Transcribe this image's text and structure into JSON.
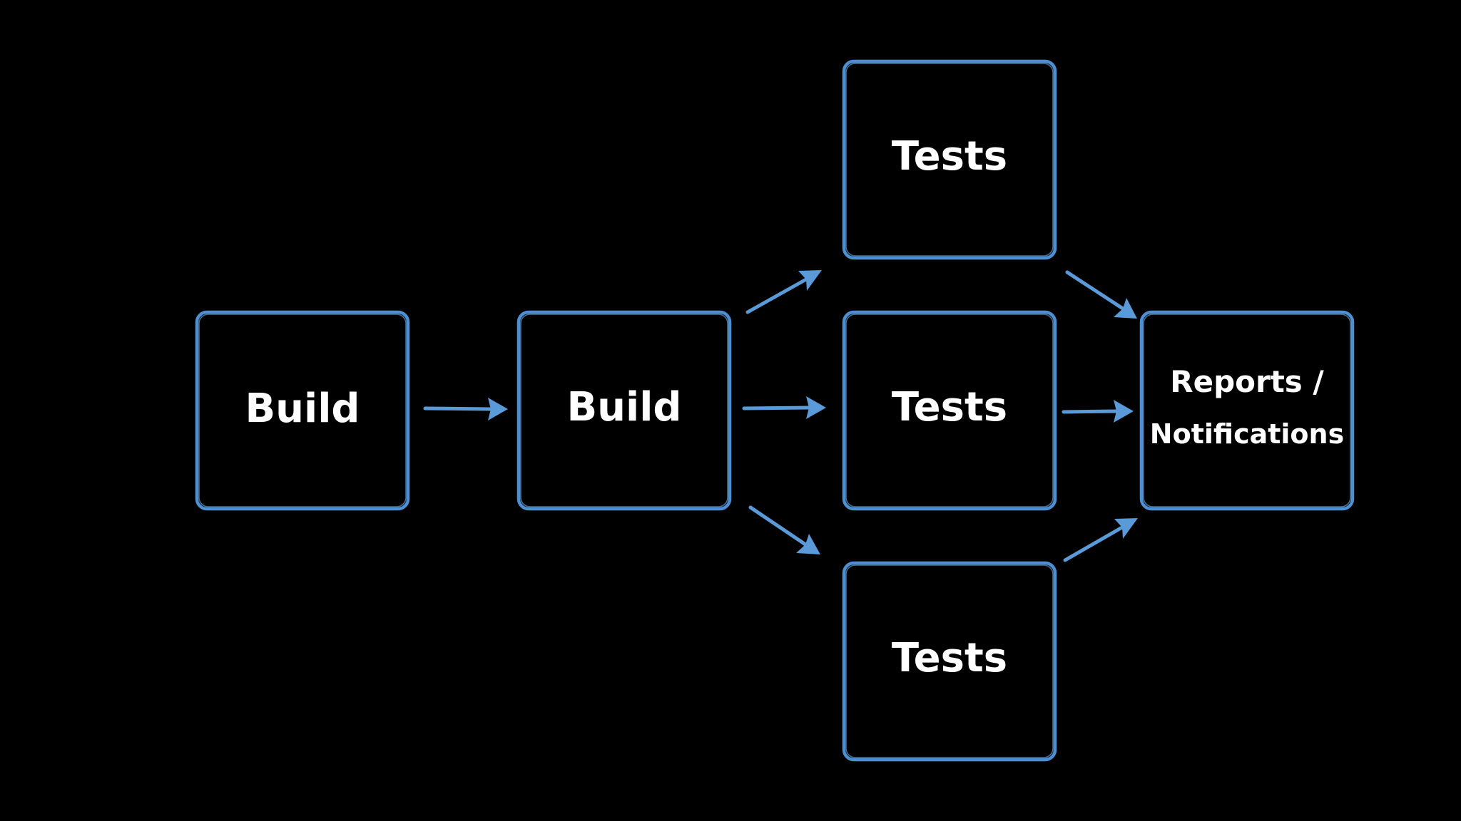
{
  "diagram": {
    "colors": {
      "background": "#000000",
      "box_stroke": "#4d8fd1",
      "arrow": "#5b9ad8",
      "text": "#ffffff"
    },
    "nodes": {
      "build_1": {
        "label": "Build"
      },
      "build_2": {
        "label": "Build"
      },
      "tests_top": {
        "label": "Tests"
      },
      "tests_middle": {
        "label": "Tests"
      },
      "tests_bottom": {
        "label": "Tests"
      },
      "reports": {
        "label_line1": "Reports /",
        "label_line2": "Notifications"
      }
    },
    "edges": [
      {
        "from": "build_1",
        "to": "build_2"
      },
      {
        "from": "build_2",
        "to": "tests_top"
      },
      {
        "from": "build_2",
        "to": "tests_middle"
      },
      {
        "from": "build_2",
        "to": "tests_bottom"
      },
      {
        "from": "tests_top",
        "to": "reports"
      },
      {
        "from": "tests_middle",
        "to": "reports"
      },
      {
        "from": "tests_bottom",
        "to": "reports"
      }
    ]
  }
}
